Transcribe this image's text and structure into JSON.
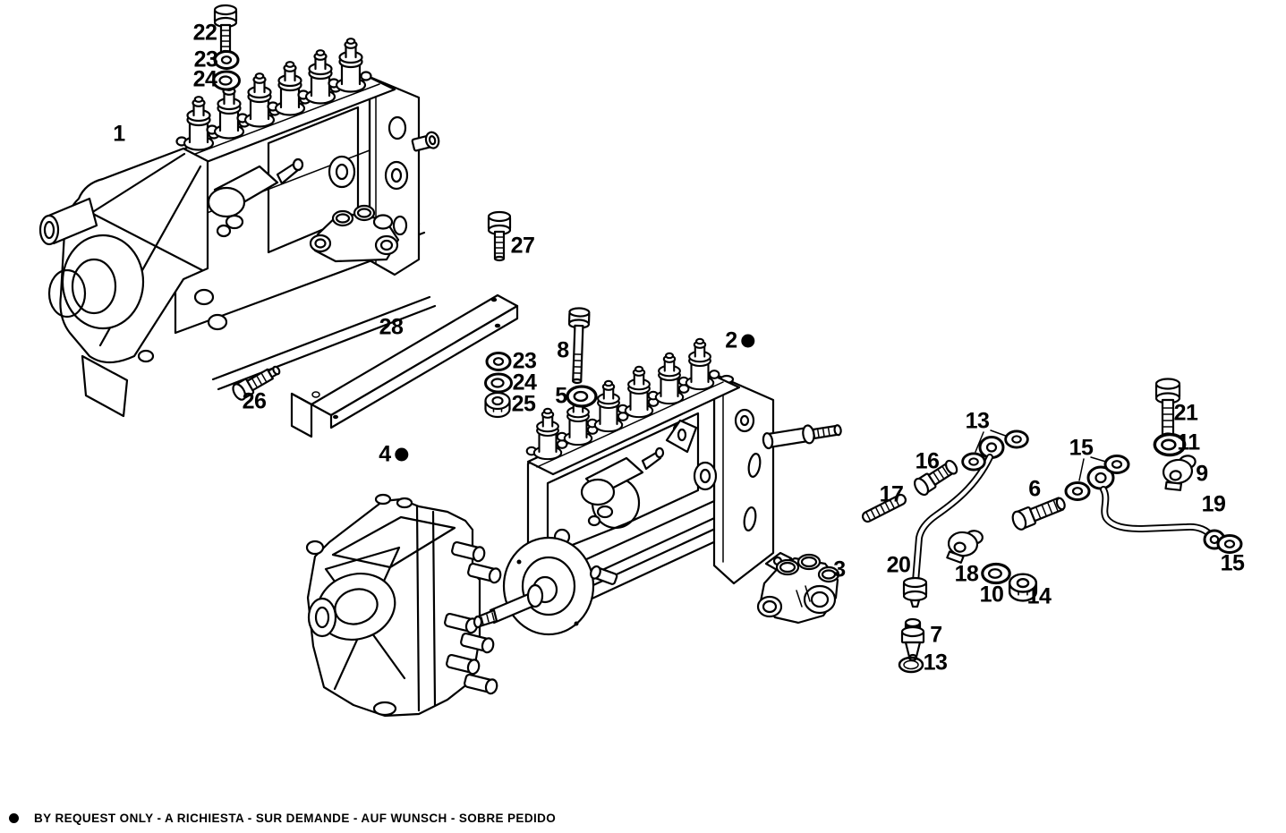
{
  "callouts": [
    {
      "text": "22"
    },
    {
      "text": "23"
    },
    {
      "text": "24"
    },
    {
      "text": "1"
    },
    {
      "text": "27"
    },
    {
      "text": "28"
    },
    {
      "text": "8"
    },
    {
      "text": "23"
    },
    {
      "text": "24"
    },
    {
      "text": "25"
    },
    {
      "text": "5"
    },
    {
      "text": "26"
    },
    {
      "text": "4",
      "by_request": true
    },
    {
      "text": "2",
      "by_request": true
    },
    {
      "text": "3"
    },
    {
      "text": "13"
    },
    {
      "text": "16"
    },
    {
      "text": "17"
    },
    {
      "text": "20"
    },
    {
      "text": "18"
    },
    {
      "text": "10"
    },
    {
      "text": "14"
    },
    {
      "text": "6"
    },
    {
      "text": "15"
    },
    {
      "text": "19"
    },
    {
      "text": "15"
    },
    {
      "text": "21"
    },
    {
      "text": "11"
    },
    {
      "text": "9"
    },
    {
      "text": "7"
    },
    {
      "text": "13"
    }
  ],
  "footer": {
    "bullet": "by-request-marker",
    "text": "BY REQUEST ONLY - A RICHIESTA - SUR DEMANDE - AUF WUNSCH - SOBRE PEDIDO"
  },
  "colors": {
    "ink": "#000000",
    "paper": "#ffffff"
  }
}
